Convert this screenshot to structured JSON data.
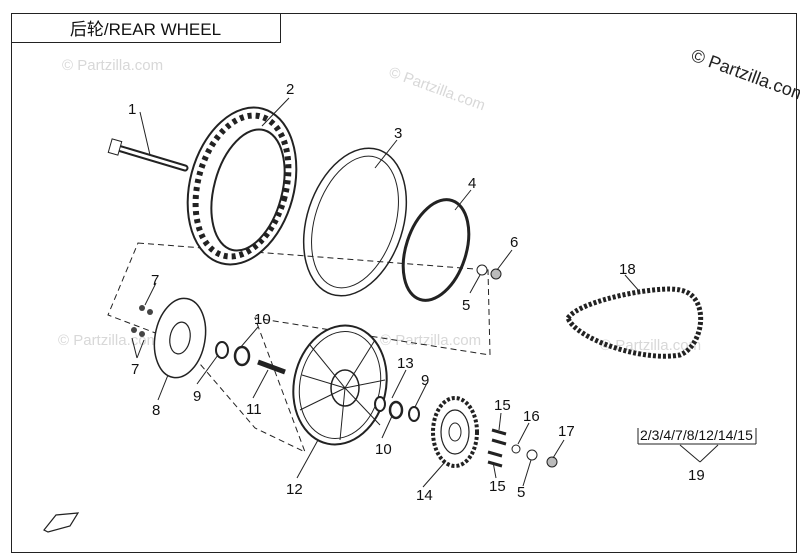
{
  "title": "后轮/REAR WHEEL",
  "copyright": "© Partzilla.com",
  "watermark": "© Partzilla.com",
  "callouts": {
    "c1": "1",
    "c2": "2",
    "c3": "3",
    "c4": "4",
    "c5a": "5",
    "c5b": "5",
    "c6": "6",
    "c7a": "7",
    "c7b": "7",
    "c8": "8",
    "c9a": "9",
    "c9b": "9",
    "c10a": "10",
    "c10b": "10",
    "c11": "11",
    "c12": "12",
    "c13": "13",
    "c14": "14",
    "c15a": "15",
    "c15b": "15",
    "c16": "16",
    "c17": "17",
    "c18": "18",
    "c19": "19"
  },
  "kit_label": "2/3/4/7/8/12/14/15",
  "colors": {
    "line": "#222222",
    "watermark": "#d8d8d8",
    "background": "#ffffff"
  }
}
